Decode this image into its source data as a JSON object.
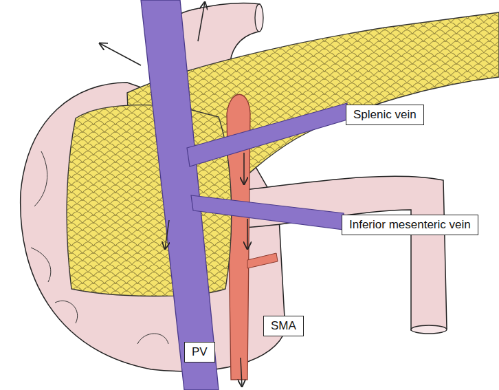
{
  "diagram": {
    "nodes": [
      {
        "text": [
          "Splenic vein"
        ]
      },
      {
        "text": [
          "Inferior mesenteric vein"
        ]
      },
      {
        "text": [
          "SMA"
        ]
      },
      {
        "text": [
          "PV"
        ]
      }
    ],
    "edges": []
  }
}
